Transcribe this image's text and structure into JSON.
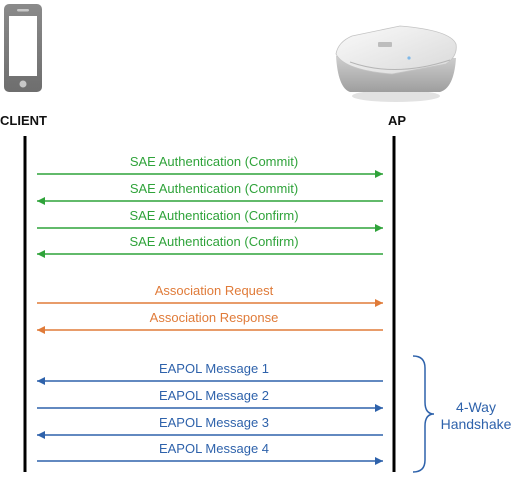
{
  "diagram": {
    "client_label": "CLIENT",
    "ap_label": "AP",
    "client_icon": "smartphone-icon",
    "ap_icon": "wireless-access-point-icon",
    "colors": {
      "sae": "#2fa33a",
      "association": "#e07b39",
      "eapol": "#2e62ab",
      "lifeline": "#000000"
    },
    "messages": [
      {
        "label": "SAE Authentication (Commit)",
        "direction": "client-to-ap",
        "group": "sae"
      },
      {
        "label": "SAE Authentication (Commit)",
        "direction": "ap-to-client",
        "group": "sae"
      },
      {
        "label": "SAE Authentication (Confirm)",
        "direction": "client-to-ap",
        "group": "sae"
      },
      {
        "label": "SAE Authentication (Confirm)",
        "direction": "ap-to-client",
        "group": "sae"
      },
      {
        "label": "Association Request",
        "direction": "client-to-ap",
        "group": "association"
      },
      {
        "label": "Association Response",
        "direction": "ap-to-client",
        "group": "association"
      },
      {
        "label": "EAPOL Message 1",
        "direction": "ap-to-client",
        "group": "eapol"
      },
      {
        "label": "EAPOL Message 2",
        "direction": "client-to-ap",
        "group": "eapol"
      },
      {
        "label": "EAPOL Message 3",
        "direction": "ap-to-client",
        "group": "eapol"
      },
      {
        "label": "EAPOL Message 4",
        "direction": "client-to-ap",
        "group": "eapol"
      }
    ],
    "handshake_bracket": {
      "line1": "4-Way",
      "line2": "Handshake"
    }
  }
}
